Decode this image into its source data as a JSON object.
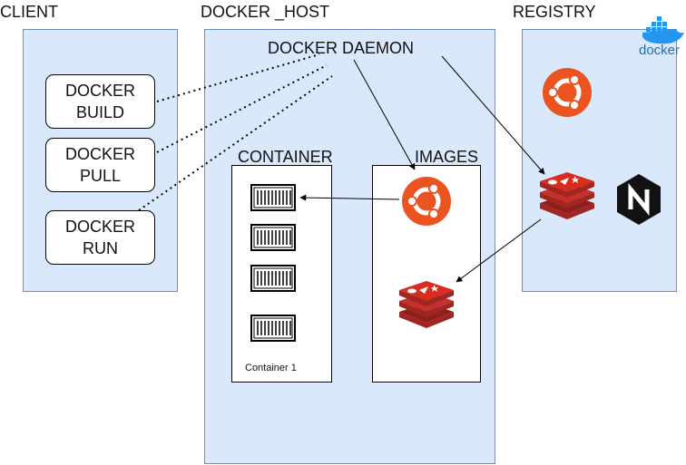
{
  "sections": {
    "client": "CLIENT",
    "docker_host": "DOCKER _HOST",
    "registry": "REGISTRY"
  },
  "daemon": "DOCKER DAEMON",
  "commands": [
    {
      "line1": "DOCKER",
      "line2": "BUILD"
    },
    {
      "line1": "DOCKER",
      "line2": "PULL"
    },
    {
      "line1": "DOCKER",
      "line2": "RUN"
    }
  ],
  "container_box": {
    "title": "CONTAINER",
    "caption": "Container 1"
  },
  "images_box": {
    "title": "IMAGES"
  },
  "registry_logo": "docker",
  "icons": {
    "ubuntu": "ubuntu-logo-icon",
    "redis": "redis-logo-icon",
    "nginx": "nginx-logo-icon",
    "container": "container-icon",
    "docker_whale": "docker-whale-icon"
  },
  "colors": {
    "panel_fill": "#dae8fc",
    "panel_border": "#6c8ebf",
    "ubuntu": "#e95420",
    "redis": "#c6302b",
    "nginx": "#111111",
    "docker": "#2496ed"
  }
}
